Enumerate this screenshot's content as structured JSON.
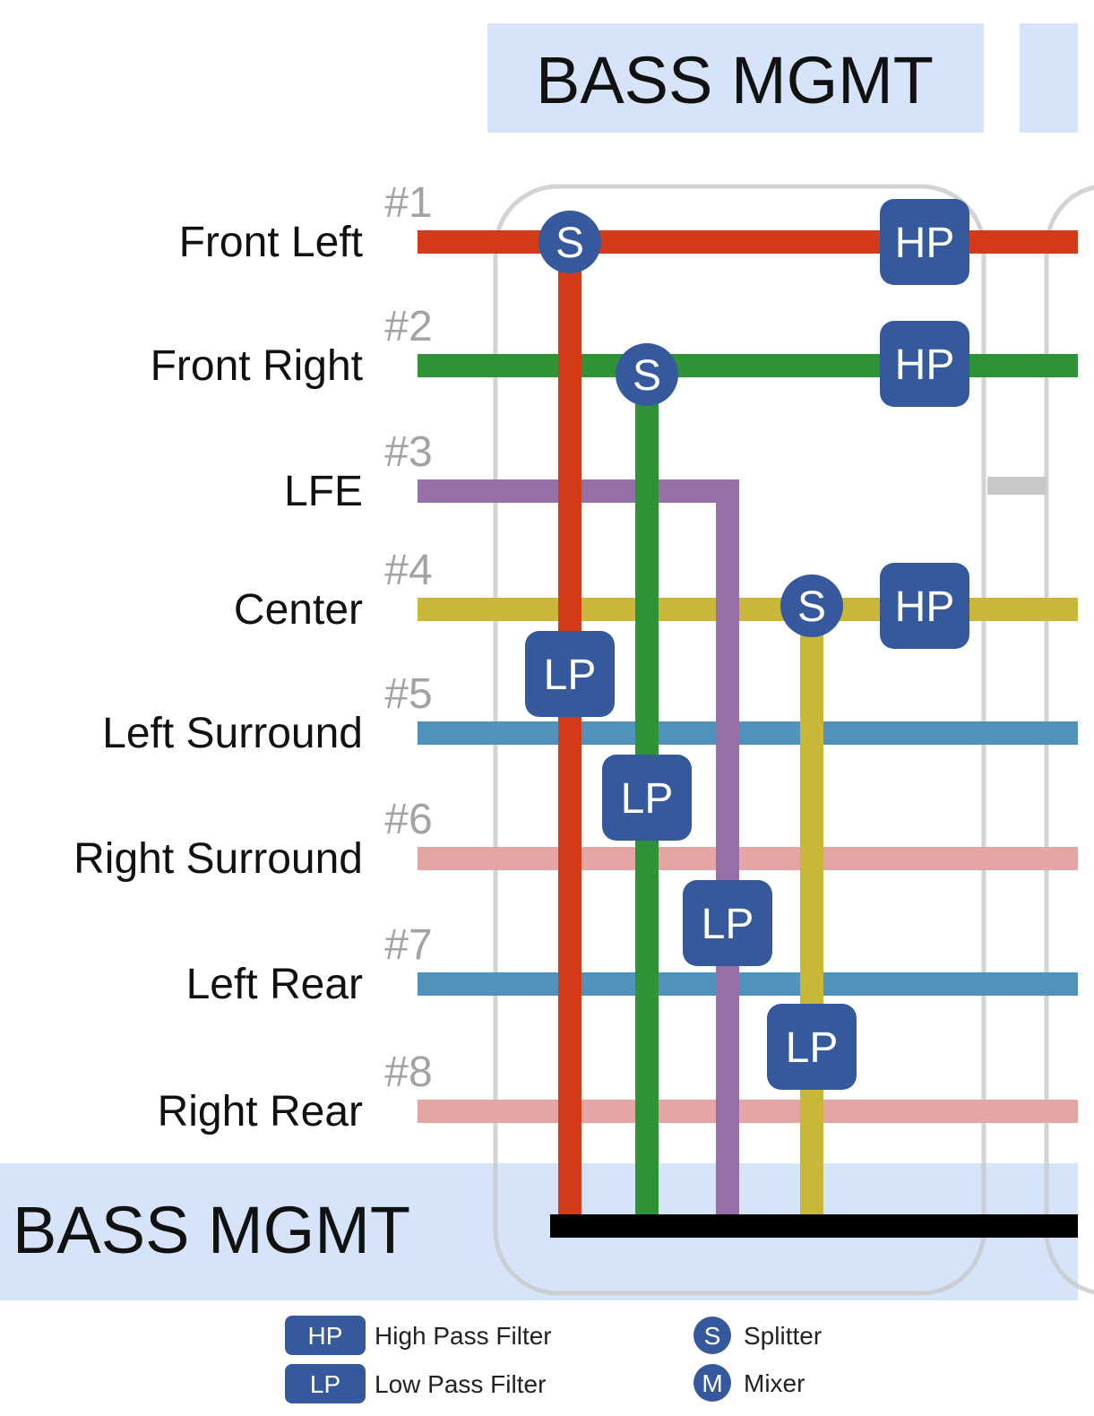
{
  "header": {
    "title": "BASS MGMT"
  },
  "footer": {
    "title": "BASS MGMT"
  },
  "channels": [
    {
      "number": "#1",
      "name": "Front Left",
      "color": "#d33a17"
    },
    {
      "number": "#2",
      "name": "Front Right",
      "color": "#2e9236"
    },
    {
      "number": "#3",
      "name": "LFE",
      "color": "#9770aa"
    },
    {
      "number": "#4",
      "name": "Center",
      "color": "#c9b73a"
    },
    {
      "number": "#5",
      "name": "Left Surround",
      "color": "#4f93bd"
    },
    {
      "number": "#6",
      "name": "Right Surround",
      "color": "#e3a6a4"
    },
    {
      "number": "#7",
      "name": "Left Rear",
      "color": "#4f93bd"
    },
    {
      "number": "#8",
      "name": "Right Rear",
      "color": "#e3a6a4"
    }
  ],
  "blocks": {
    "splitter_label": "S",
    "high_pass_label": "HP",
    "low_pass_label": "LP",
    "block_color": "#36599d"
  },
  "legend": {
    "hp": {
      "symbol": "HP",
      "label": "High Pass Filter"
    },
    "lp": {
      "symbol": "LP",
      "label": "Low Pass Filter"
    },
    "s": {
      "symbol": "S",
      "label": "Splitter"
    },
    "m": {
      "symbol": "M",
      "label": "Mixer"
    }
  },
  "colors": {
    "band": "#d5e4f9",
    "bus": "#000000",
    "frame": "#c8c8c8",
    "number_text": "#a3a3a3"
  }
}
